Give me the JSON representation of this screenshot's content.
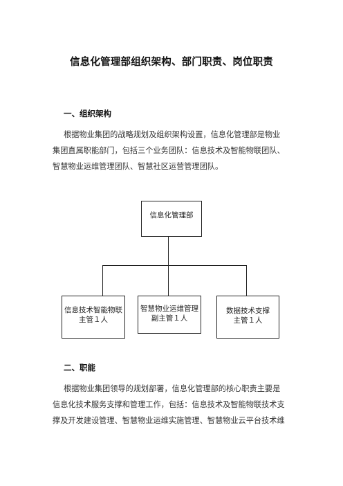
{
  "document": {
    "title": "信息化管理部组织架构、部门职责、岗位职责",
    "sections": [
      {
        "heading": "一、组织架构",
        "lines": [
          "根据物业集团的战略规划及组织架构设置，信息化管理部是物业",
          "集团直属职能部门，包括三个业务团队：信息技术及智能物联团队、",
          "智慧物业运维管理团队、智慧社区运营管理团队。"
        ]
      },
      {
        "heading": "二、职能",
        "lines": [
          "根据物业集团领导的规划部署，信息化管理部的核心职责主要是",
          "信息化技术服务支撑和管理工作，包括：信息技术及智能物联技术支",
          "撑及开发建设管理、智慧物业运维实施管理、智慧物业云平台技术维"
        ]
      }
    ]
  },
  "org_chart": {
    "root": "信息化管理部",
    "children": [
      {
        "name": "信息技术智能物联",
        "role": "主管１人"
      },
      {
        "name": "智慧物业运维管理",
        "role": "副主管１人"
      },
      {
        "name": "数据技术支撑",
        "role": "主管１人"
      }
    ]
  }
}
